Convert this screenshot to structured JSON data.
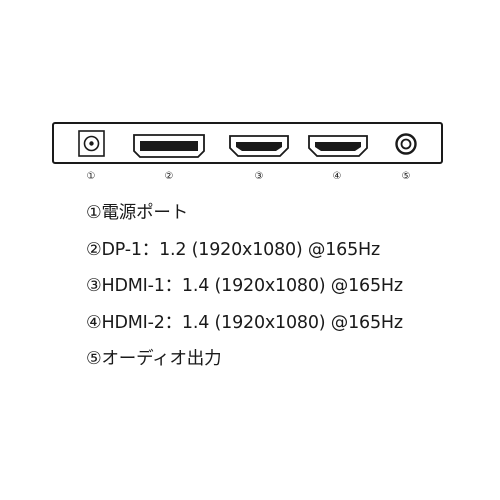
{
  "ports": [
    {
      "marker": "①",
      "icon": "dc-power-jack-icon"
    },
    {
      "marker": "②",
      "icon": "displayport-icon"
    },
    {
      "marker": "③",
      "icon": "hdmi-port-icon"
    },
    {
      "marker": "④",
      "icon": "hdmi-port-icon"
    },
    {
      "marker": "⑤",
      "icon": "audio-jack-icon"
    }
  ],
  "legend": [
    "①電源ポート",
    "②DP-1：1.2 (1920x1080) @165Hz",
    "③HDMI-1：1.4 (1920x1080) @165Hz",
    "④HDMI-2：1.4 (1920x1080) @165Hz",
    "⑤オーディオ出力"
  ]
}
